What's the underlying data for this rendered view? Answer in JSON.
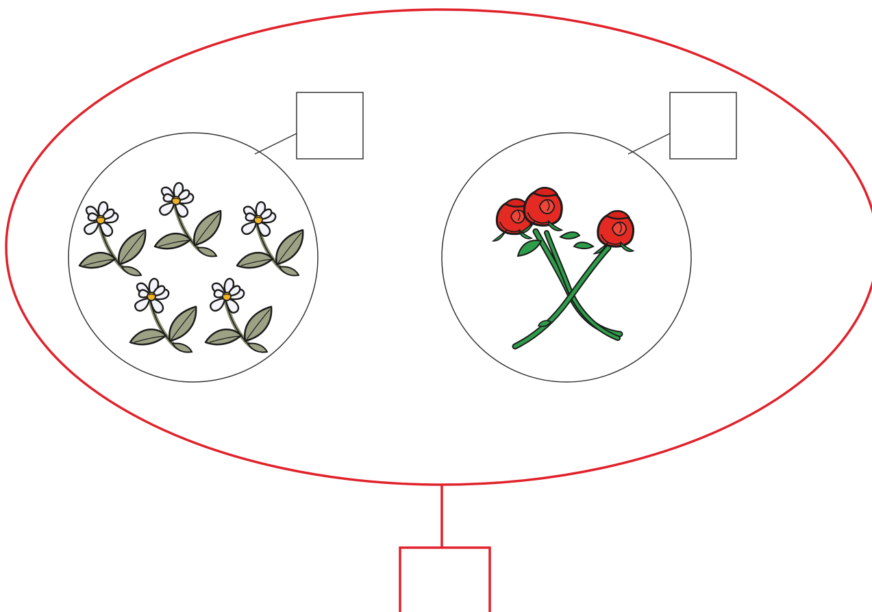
{
  "diagram": {
    "colors": {
      "background": "#ffffff",
      "outer_ellipse": "#e0222b",
      "group_outline": "#333333",
      "box_outline": "#333333",
      "daisy_petal": "#f4f4fb",
      "daisy_center": "#f0b323",
      "daisy_leaf": "#9ea285",
      "rose_red": "#e52a24",
      "rose_stem": "#2e9d4a",
      "outline_dark": "#1a1a1a"
    },
    "groups": [
      {
        "id": "daisies",
        "icon": "daisy-flower-icon",
        "count": 5,
        "answer_box_value": ""
      },
      {
        "id": "roses",
        "icon": "red-rose-icon",
        "count": 3,
        "answer_box_value": ""
      }
    ],
    "total_box_value": ""
  }
}
